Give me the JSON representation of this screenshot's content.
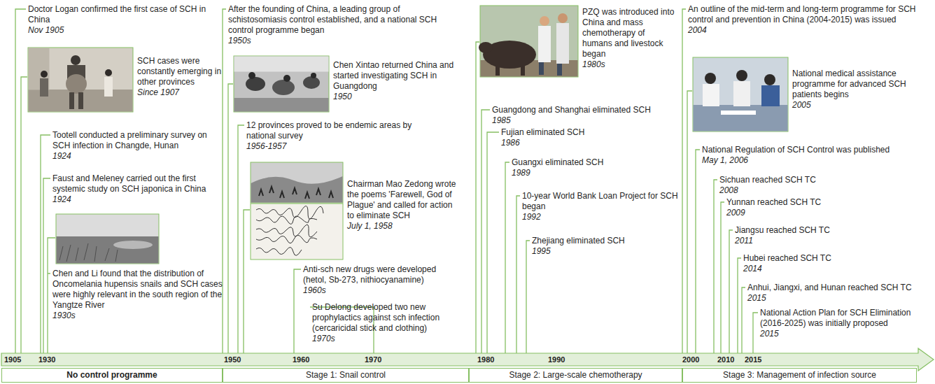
{
  "diagram": {
    "nodes": [
      {
        "text": [
          "No control programme"
        ]
      },
      {
        "text": [
          "Stage 1: Snail control"
        ]
      },
      {
        "text": [
          "Stage 2: Large-scale chemotherapy"
        ]
      },
      {
        "text": [
          "Stage 3: Management of infection source"
        ]
      }
    ],
    "labels": [
      "Doctor Logan confirmed the first case of SCH in China",
      "Nov 1905",
      "SCH cases were constantly emerging in other provinces",
      "Since 1907",
      "Tootell conducted a preliminary survey on SCH infection in Changde, Hunan",
      "1924",
      "Faust and Meleney carried out the first systemic study on SCH japonica in China",
      "1924",
      "Chen and Li found that the distribution of Oncomelania hupensis snails and SCH cases were highly relevant in the south region of the Yangtze River",
      "1930s",
      "After the founding of China, a leading group of schistosomiasis control established, and a national SCH control programme began",
      "1950s",
      "Chen Xintao returned China and started investigating SCH in Guangdong",
      "1950",
      "12 provinces proved to be endemic areas by national survey",
      "1956-1957",
      "Chairman Mao Zedong wrote the poems 'Farewell, God of Plague' and called for action to eliminate SCH",
      "July 1, 1958",
      "Anti-sch new drugs were developed (hetol, Sb-273, nithiocyanamine)",
      "1960s",
      "Su Delong developed two new prophylactics against sch infection (cercaricidal stick and clothing)",
      "1970s",
      "PZQ was introduced into China and mass chemotherapy of humans and livestock began",
      "1980s",
      "Guangdong and Shanghai eliminated SCH",
      "1985",
      "Fujian eliminated SCH",
      "1986",
      "Guangxi eliminated SCH",
      "1989",
      "10-year World Bank Loan Project for SCH began",
      "1992",
      "Zhejiang eliminated SCH",
      "1995",
      "An outline of the mid-term and long-term programme for SCH control and prevention in China (2004-2015) was issued",
      "2004",
      "National medical assistance programme for advanced SCH patients begins",
      "2005",
      "National Regulation of SCH Control was published",
      "May 1, 2006",
      "Sichuan reached SCH TC",
      "2008",
      "Yunnan reached SCH TC",
      "2009",
      "Jiangsu reached SCH TC",
      "2011",
      "Hubei reached SCH TC",
      "2014",
      "Anhui, Jiangxi, and Hunan reached SCH TC",
      "2015",
      "National Action Plan for SCH Elimination (2016-2025) was initially proposed",
      "2015",
      "1905",
      "1930",
      "1950",
      "1960",
      "1970",
      "1980",
      "1990",
      "2000",
      "2010",
      "2015"
    ]
  }
}
